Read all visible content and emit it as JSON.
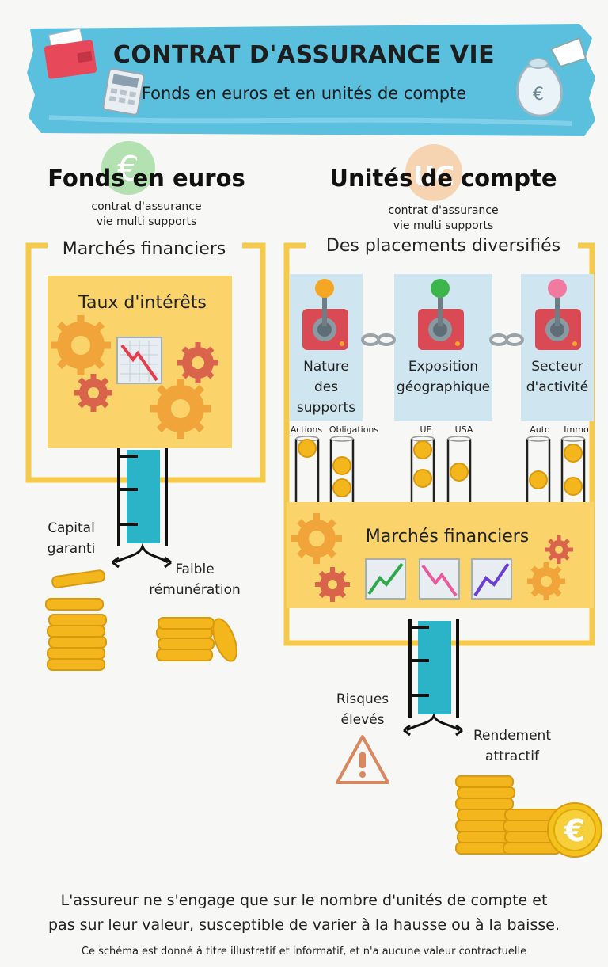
{
  "header": {
    "title": "CONTRAT D'ASSURANCE VIE",
    "subtitle": "Fonds en euros et en unités de compte",
    "banner_color": "#5bc0de"
  },
  "left": {
    "title": "Fonds en euros",
    "subtitle_line1": "contrat d'assurance",
    "subtitle_line2": "vie multi supports",
    "box_label": "Marchés financiers",
    "panel_label": "Taux d'intérêts",
    "capital_line1": "Capital",
    "capital_line2": "garanti",
    "remun_line1": "Faible",
    "remun_line2": "rémunération",
    "badge_color": "#9ed99b"
  },
  "right": {
    "title": "Unités de compte",
    "subtitle_line1": "contrat d'assurance",
    "subtitle_line2": "vie multi supports",
    "box_label": "Des placements diversifiés",
    "badge_color": "#f6c79a",
    "controls": [
      {
        "line1": "Nature",
        "line2": "des",
        "line3": "supports",
        "knob_color": "#f5a623"
      },
      {
        "line1": "Exposition",
        "line2": "géographique",
        "line3": "",
        "knob_color": "#3cb54a"
      },
      {
        "line1": "Secteur",
        "line2": "d'activité",
        "line3": "",
        "knob_color": "#f07aa0"
      }
    ],
    "tube_labels": [
      "Actions",
      "Obligations",
      "UE",
      "USA",
      "Auto",
      "Immo"
    ],
    "market_label": "Marchés financiers",
    "risk_line1": "Risques",
    "risk_line2": "élevés",
    "yield_line1": "Rendement",
    "yield_line2": "attractif"
  },
  "footer": {
    "line1": "L'assureur ne s'engage que sur le nombre d'unités de compte et",
    "line2": "pas sur leur valeur, susceptible de varier à la hausse ou à la baisse.",
    "disclaimer": "Ce schéma est donné à titre illustratif et informatif, et n'a aucune valeur contractuelle"
  },
  "colors": {
    "yellow": "#f5c94a",
    "gold": "#f3b61c",
    "teal": "#2bb3c7",
    "red": "#d94a55",
    "gear": "#f0a43a",
    "gear_red": "#d9634b"
  }
}
